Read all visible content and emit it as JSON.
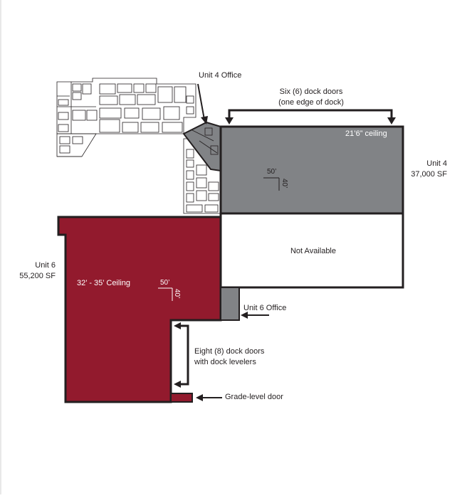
{
  "labels": {
    "unit4_office": "Unit 4 Office",
    "six_dock_line1": "Six (6) dock doors",
    "six_dock_line2": "(one edge of dock)",
    "unit4_ceiling": "21’6” ceiling",
    "unit4_name": "Unit 4",
    "unit4_area": "37,000 SF",
    "unit4_dim_w": "50’",
    "unit4_dim_h": "40’",
    "not_available": "Not Available",
    "unit6_name": "Unit 6",
    "unit6_area": "55,200 SF",
    "unit6_ceiling": "32’ - 35’ Ceiling",
    "unit6_dim_w": "50’",
    "unit6_dim_h": "40’",
    "unit6_office": "Unit 6 Office",
    "eight_dock_line1": "Eight (8) dock doors",
    "eight_dock_line2": "with dock levelers",
    "grade_door": "Grade-level door"
  },
  "colors": {
    "unit4_fill": "#818386",
    "unit6_fill": "#921a2d",
    "unit6_office_fill": "#818386",
    "outline": "#231f20",
    "not_available_fill": "#ffffff"
  }
}
